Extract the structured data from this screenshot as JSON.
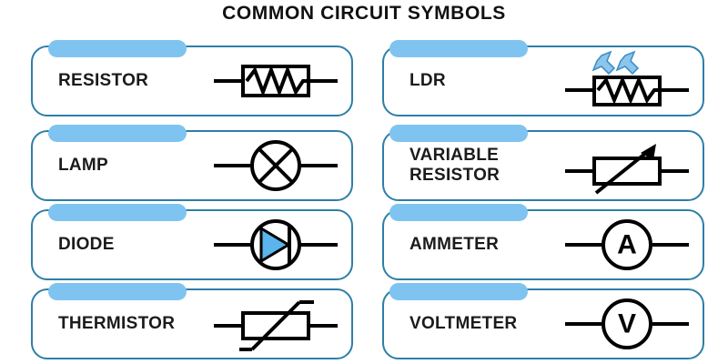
{
  "title": "COMMON CIRCUIT SYMBOLS",
  "colors": {
    "card_border": "#2E7FA8",
    "tab_fill": "#7FC4F0",
    "symbol_stroke": "#000000",
    "accent_fill": "#5BB4EC",
    "arrow_fill": "#8CC6EA",
    "arrow_stroke": "#3E8FCB",
    "background": "#FFFFFF",
    "text": "#1B1B1B"
  },
  "cards": [
    {
      "label": "RESISTOR",
      "symbol": "resistor-symbol",
      "row": 0,
      "col": 0
    },
    {
      "label": "LDR",
      "symbol": "ldr-symbol",
      "row": 0,
      "col": 1
    },
    {
      "label": "LAMP",
      "symbol": "lamp-symbol",
      "row": 1,
      "col": 0
    },
    {
      "label": "VARIABLE RESISTOR",
      "symbol": "variable-resistor-symbol",
      "row": 1,
      "col": 1
    },
    {
      "label": "DIODE",
      "symbol": "diode-symbol",
      "row": 2,
      "col": 0
    },
    {
      "label": "AMMETER",
      "symbol": "ammeter-symbol",
      "row": 2,
      "col": 1
    },
    {
      "label": "THERMISTOR",
      "symbol": "thermistor-symbol",
      "row": 3,
      "col": 0
    },
    {
      "label": "VOLTMETER",
      "symbol": "voltmeter-symbol",
      "row": 3,
      "col": 1
    }
  ],
  "meter_letters": {
    "ammeter": "A",
    "voltmeter": "V"
  }
}
